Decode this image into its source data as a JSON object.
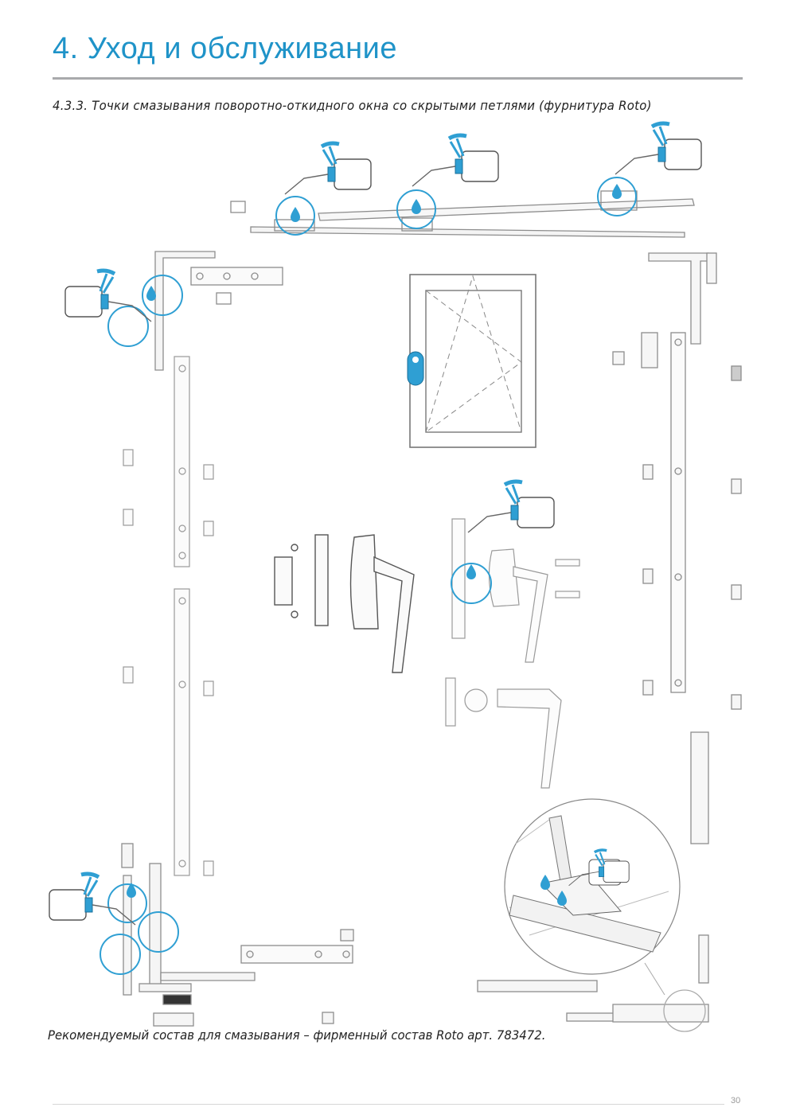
{
  "header": {
    "title": "4. Уход и обслуживание"
  },
  "section": {
    "subtitle": "4.3.3. Точки смазывания поворотно-откидного окна со скрытыми петлями (фурнитура Roto)"
  },
  "footnote": {
    "text": "Рекомендуемый состав для смазывания – фирменный состав Roto арт. 783472."
  },
  "footer": {
    "page_number": "30"
  },
  "colors": {
    "accent": "#1f93c8",
    "rule": "#a9aaac",
    "drawing": "#8d8d8d",
    "drop": "#2f9fd3"
  },
  "icons": [
    "oil-can-icon",
    "oil-drop-icon",
    "window-sash-icon",
    "window-handle-icon"
  ]
}
